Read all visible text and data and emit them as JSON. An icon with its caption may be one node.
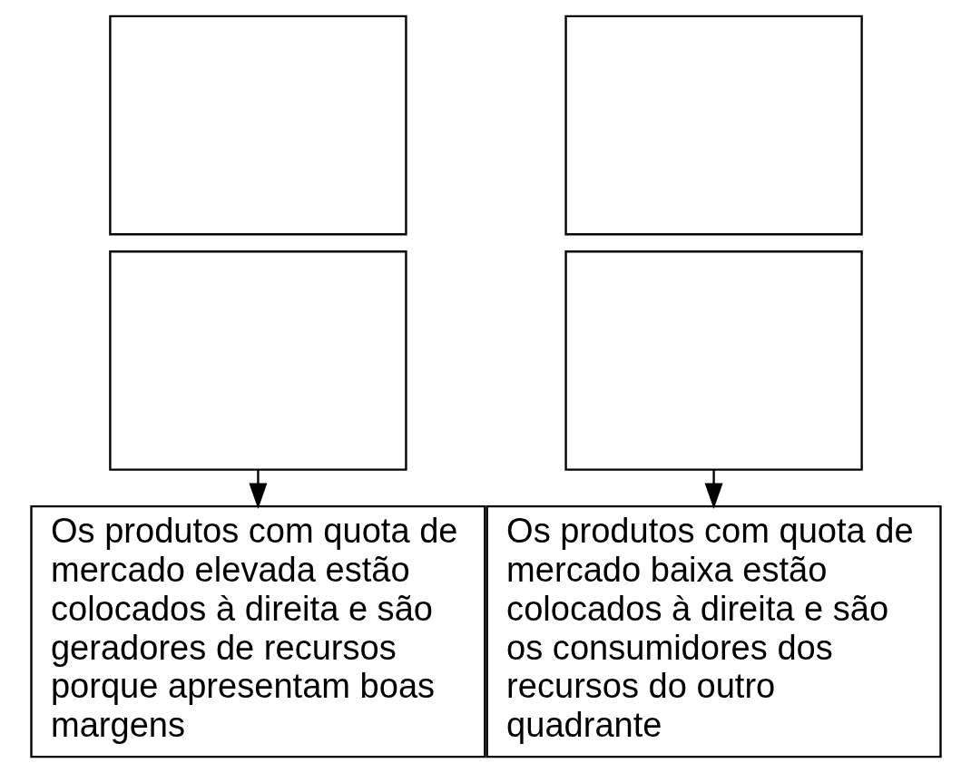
{
  "diagram": {
    "nodes": [
      {
        "text": [],
        "shape": "box"
      },
      {
        "text": [],
        "shape": "box"
      },
      {
        "text": [],
        "shape": "box"
      },
      {
        "text": [],
        "shape": "box"
      },
      {
        "text": [
          "Os produtos com quota de mercado elevada estão colocados à direita e são geradores de recursos porque apresentam boas margens"
        ]
      },
      {
        "text": [
          "Os produtos com quota de mercado baixa estão colocados à direita e são os consumidores dos recursos do outro quadrante"
        ]
      }
    ],
    "edges": [
      {
        "from": 2,
        "to": 4,
        "arrow": "to"
      },
      {
        "from": 3,
        "to": 5,
        "arrow": "to"
      }
    ]
  }
}
